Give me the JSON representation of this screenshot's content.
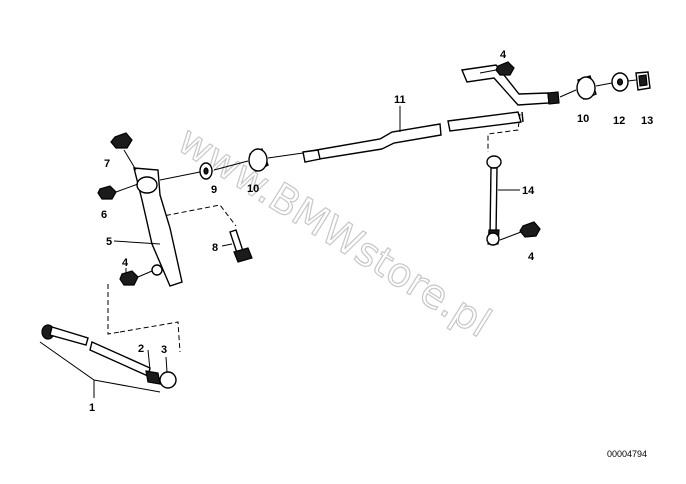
{
  "callouts": {
    "c1": "1",
    "c2": "2",
    "c3": "3",
    "c4a": "4",
    "c4b": "4",
    "c4c": "4",
    "c5": "5",
    "c6": "6",
    "c7": "7",
    "c8": "8",
    "c9": "9",
    "c10a": "10",
    "c10b": "10",
    "c11": "11",
    "c12": "12",
    "c13": "13",
    "c14": "14"
  },
  "watermark": "www.BMWstore.pl",
  "document_number": "00004794"
}
